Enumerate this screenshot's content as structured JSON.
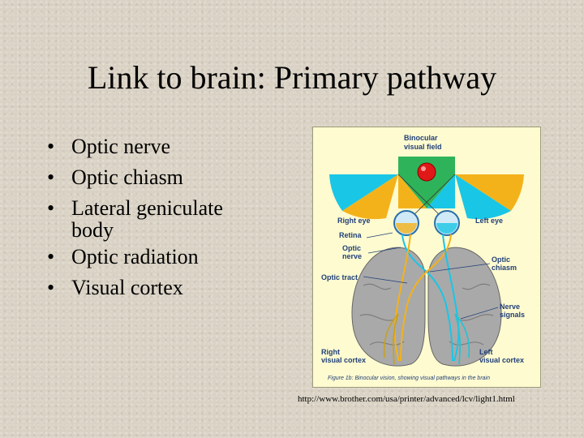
{
  "slide": {
    "title": "Link to brain: Primary pathway",
    "bullets": [
      {
        "line1": "Optic nerve"
      },
      {
        "line1": "Optic chiasm"
      },
      {
        "line1": "Lateral geniculate",
        "line2": "body"
      },
      {
        "line1": "Optic radiation"
      },
      {
        "line1": "Visual cortex"
      }
    ],
    "source_url": "http://www.brother.com/usa/printer/advanced/lcv/light1.html"
  },
  "figure": {
    "labels": {
      "binocular_line1": "Binocular",
      "binocular_line2": "visual field",
      "right_eye": "Right eye",
      "left_eye": "Left eye",
      "retina": "Retina",
      "optic_nerve_line1": "Optic",
      "optic_nerve_line2": "nerve",
      "optic_chiasm_line1": "Optic",
      "optic_chiasm_line2": "chiasm",
      "optic_tract": "Optic tract",
      "nerve_signals_line1": "Nerve",
      "nerve_signals_line2": "signals",
      "right_cortex_line1": "Right",
      "right_cortex_line2": "visual cortex",
      "left_cortex_line1": "Left",
      "left_cortex_line2": "visual cortex"
    },
    "caption": "Figure 1b: Binocular vision, showing visual pathways in the brain",
    "colors": {
      "cyan_field": "#19c6e6",
      "yellow_field": "#f4b21a",
      "green_field": "#2fb35a",
      "fixation_dot": "#e01818",
      "brain": "#a9a9a9",
      "label_text": "#1f3f78"
    }
  }
}
